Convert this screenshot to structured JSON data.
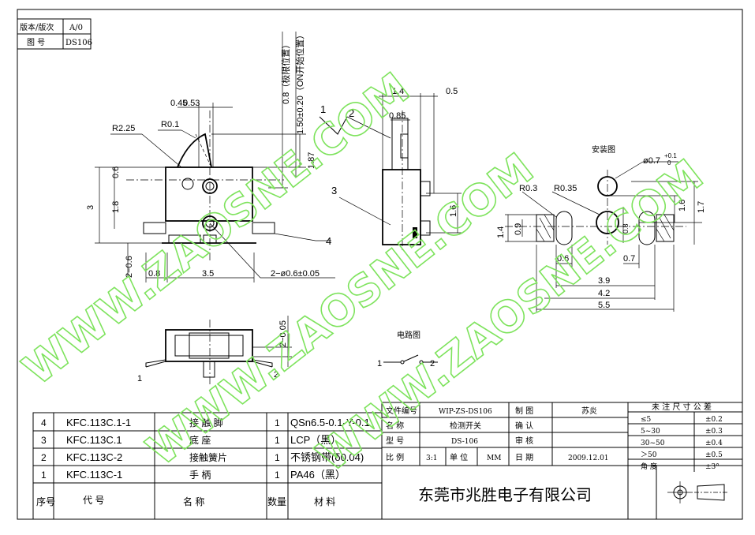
{
  "revision_box": {
    "version_label": "版本/版次",
    "version_value": "A/0",
    "drawing_no_label": "图  号",
    "drawing_no_value": "DS106"
  },
  "dimensions": {
    "d_045": "0.45",
    "d_053": "0.53",
    "r225": "R2.25",
    "r01": "R0.1",
    "d06_left": "0.6",
    "d3": "3",
    "d18": "1.8",
    "d187": "1.87",
    "d08_limit": "0.8（极限位置）",
    "d150": "1.50±0.20（ON开始位置）",
    "d2_06": "2−0.6",
    "d08_bottom": "0.8",
    "d35": "3.5",
    "holes": "2−ø0.6±0.05",
    "d14": "1.4",
    "d05": "0.5",
    "d085": "0.85",
    "d16_side": "1.6",
    "d2_005": "2−0.05"
  },
  "callouts": {
    "c1": "1",
    "c2": "2",
    "c3": "3",
    "c4": "4",
    "front1": "1",
    "front2": "2"
  },
  "mounting": {
    "title": "安装图",
    "hole_d": "ø0.7",
    "hole_tol": "+0.1",
    "hole_tol0": "0",
    "r03": "R0.3",
    "r035": "R0.35",
    "d14": "1.4",
    "d09": "0.9",
    "d06": "0.6",
    "d08": "0.8",
    "d07": "0.7",
    "d16": "1.6",
    "d17": "1.7",
    "d39": "3.9",
    "d42": "4.2",
    "d55": "5.5"
  },
  "circuit": {
    "title": "电路图",
    "pin1": "1",
    "pin2": "2"
  },
  "bom": {
    "rows": [
      {
        "no": "4",
        "code": "KFC.113C.1-1",
        "name": "接 触 脚",
        "qty": "1",
        "material": "QSn6.5-0.1-Y-0.1"
      },
      {
        "no": "3",
        "code": "KFC.113C.1",
        "name": "底    座",
        "qty": "1",
        "material": "LCP（黑）"
      },
      {
        "no": "2",
        "code": "KFC.113C-2",
        "name": "接触簧片",
        "qty": "1",
        "material": "不锈钢带(δ0.04)"
      },
      {
        "no": "1",
        "code": "KFC.113C-1",
        "name": "手    柄",
        "qty": "1",
        "material": "PA46（黑）"
      }
    ],
    "headers": {
      "no": "序号",
      "code": "代      号",
      "name": "名      称",
      "qty": "数量",
      "material": "材      料"
    }
  },
  "title_block": {
    "file_no_label": "文件编号",
    "file_no": "WIP-ZS-DS106",
    "name_label": "名    称",
    "name": "检测开关",
    "model_label": "型    号",
    "model": "DS-106",
    "scale_label": "比    例",
    "scale": "3:1",
    "unit_label": "单    位",
    "unit": "MM",
    "draw_label": "制    图",
    "drawer": "苏炎",
    "confirm_label": "确    认",
    "review_label": "审    核",
    "date_label": "日    期",
    "date": "2009.12.01",
    "company": "东莞市兆胜电子有限公司"
  },
  "tolerance": {
    "title": "未 注 尺 寸 公 差",
    "rows": [
      {
        "range": "≤5",
        "tol": "±0.2"
      },
      {
        "range": "5~30",
        "tol": "±0.3"
      },
      {
        "range": "30~50",
        "tol": "±0.4"
      },
      {
        "range": "＞50",
        "tol": "±0.5"
      },
      {
        "range": "角    度",
        "tol": "±3°"
      }
    ]
  },
  "watermark": {
    "text": "WWW.ZAOSNE.COM"
  },
  "colors": {
    "watermark": "#7ee35d",
    "line": "#000000"
  }
}
